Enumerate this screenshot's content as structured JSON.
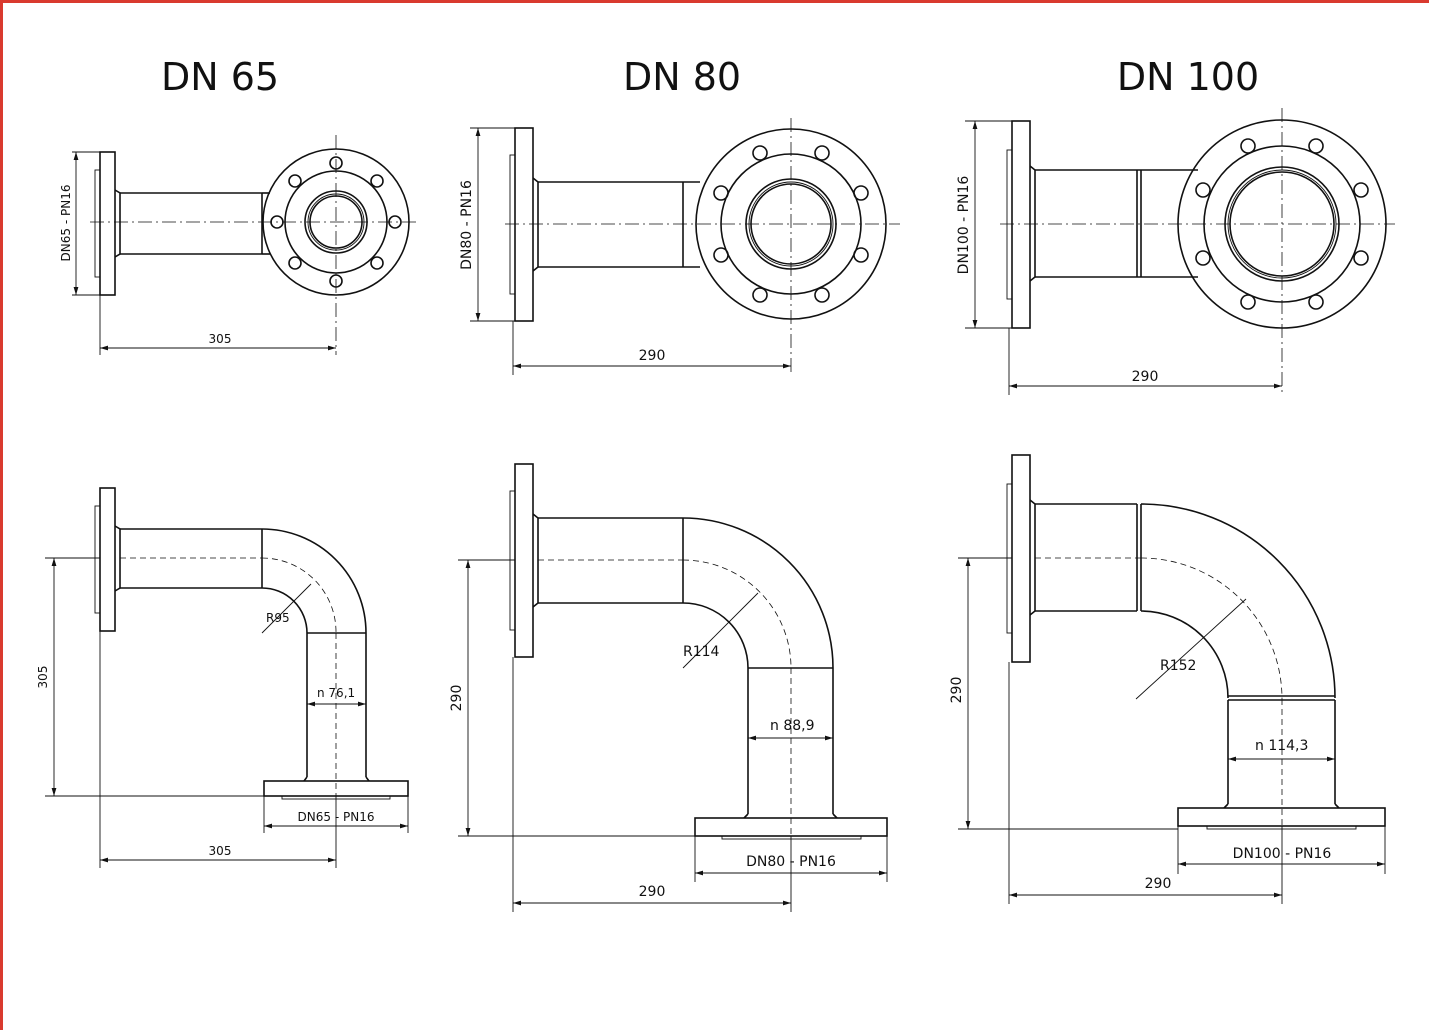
{
  "titles": [
    "DN 65",
    "DN 80",
    "DN 100"
  ],
  "dn65": {
    "top_flange_label": "DN65 - PN16",
    "top_width": "305",
    "radius": "R95",
    "pipe_od": "n 76,1",
    "height": "305",
    "bottom_flange_label": "DN65 - PN16",
    "bottom_width": "305"
  },
  "dn80": {
    "top_flange_label": "DN80 - PN16",
    "top_width": "290",
    "radius": "R114",
    "pipe_od": "n 88,9",
    "height": "290",
    "bottom_flange_label": "DN80 - PN16",
    "bottom_width": "290"
  },
  "dn100": {
    "top_flange_label": "DN100 - PN16",
    "top_width": "290",
    "radius": "R152",
    "pipe_od": "n 114,3",
    "height": "290",
    "bottom_flange_label": "DN100 - PN16",
    "bottom_width": "290"
  }
}
